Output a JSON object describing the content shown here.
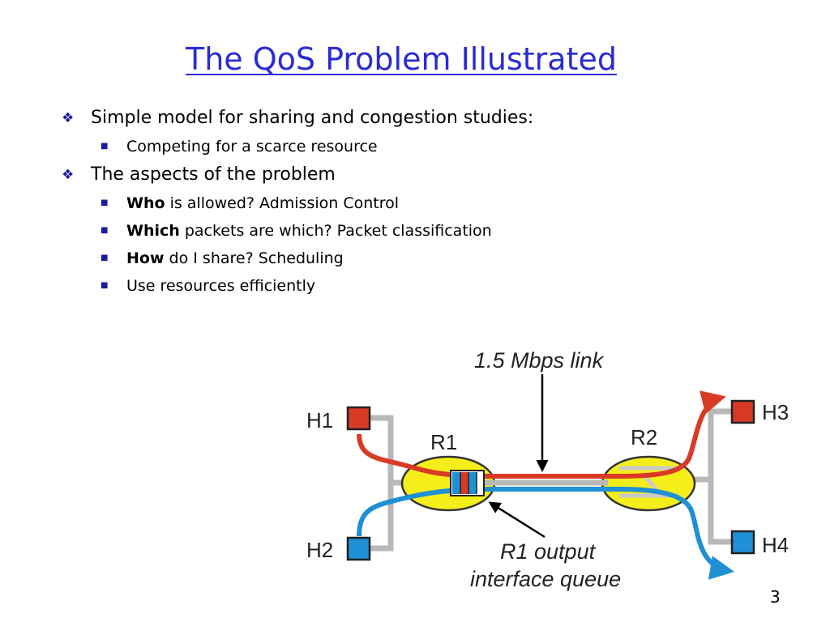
{
  "slide": {
    "title": "The QoS Problem Illustrated",
    "page_number": "3"
  },
  "bullets": [
    {
      "text": "Simple model for sharing and congestion studies:",
      "sub": [
        {
          "bold": "",
          "text": "Competing for a scarce resource"
        }
      ]
    },
    {
      "text": "The aspects of the problem",
      "sub": [
        {
          "bold": "Who",
          "text": " is allowed? Admission Control"
        },
        {
          "bold": "Which",
          "text": " packets are which? Packet classification"
        },
        {
          "bold": "How",
          "text": " do I share? Scheduling"
        },
        {
          "bold": "",
          "text": "Use resources efficiently"
        }
      ]
    }
  ],
  "diagram": {
    "hosts": {
      "h1": "H1",
      "h2": "H2",
      "h3": "H3",
      "h4": "H4"
    },
    "routers": {
      "r1": "R1",
      "r2": "R2"
    },
    "link_label": "1.5 Mbps link",
    "queue_label_line1": "R1 output",
    "queue_label_line2": "interface queue"
  },
  "colors": {
    "title": "#2b2bd4",
    "flow_red": "#d93a26",
    "flow_blue": "#1f8fd6",
    "router_fill": "#f5ee1a",
    "link_gray": "#b8b8b8",
    "bullet_marker": "#1a1aa0"
  }
}
